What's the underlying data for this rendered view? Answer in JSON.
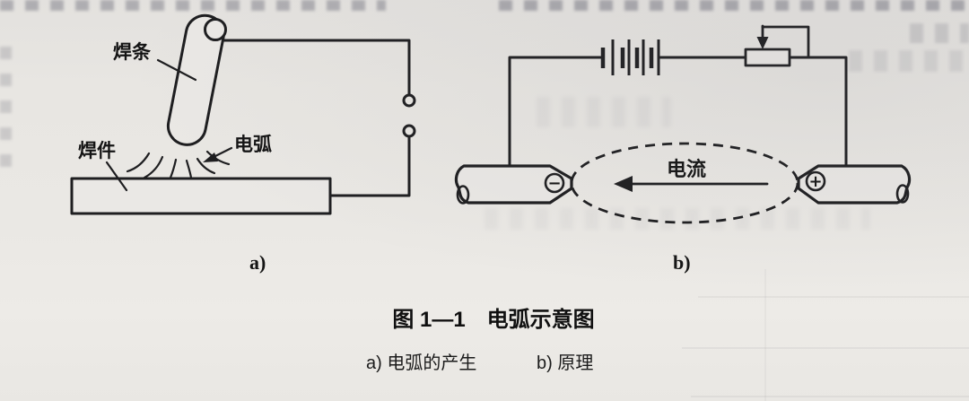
{
  "page": {
    "paper_color": "#eae8e5",
    "ink_color": "#1e1e20"
  },
  "caption": {
    "title": "图 1—1　电弧示意图",
    "sub_a": "a) 电弧的产生",
    "sub_b": "b) 原理"
  },
  "diagram_a": {
    "part_label": "a)",
    "electrode_label": "焊条",
    "arc_label": "电弧",
    "workpiece_label": "焊件"
  },
  "diagram_b": {
    "part_label": "b)",
    "current_label": "电流",
    "cathode_symbol": "−",
    "anode_symbol": "+"
  }
}
